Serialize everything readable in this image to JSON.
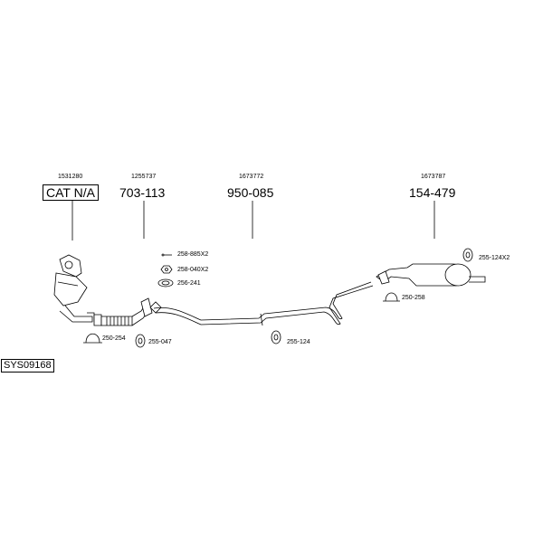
{
  "system_id": "SYS09168",
  "main_parts": [
    {
      "oe": "1531280",
      "number": "CAT N/A"
    },
    {
      "oe": "1255737",
      "number": "703-113"
    },
    {
      "oe": "1673772",
      "number": "950-085"
    },
    {
      "oe": "1673787",
      "number": "154-479"
    }
  ],
  "small_parts": {
    "bolt": "258-885X2",
    "nut": "258-040X2",
    "gasket_flange": "256-241",
    "clamp_left": "250-254",
    "mount_front": "255-047",
    "mount_mid": "255-124",
    "clamp_rear": "250-258",
    "mount_rear": "255-124X2"
  }
}
